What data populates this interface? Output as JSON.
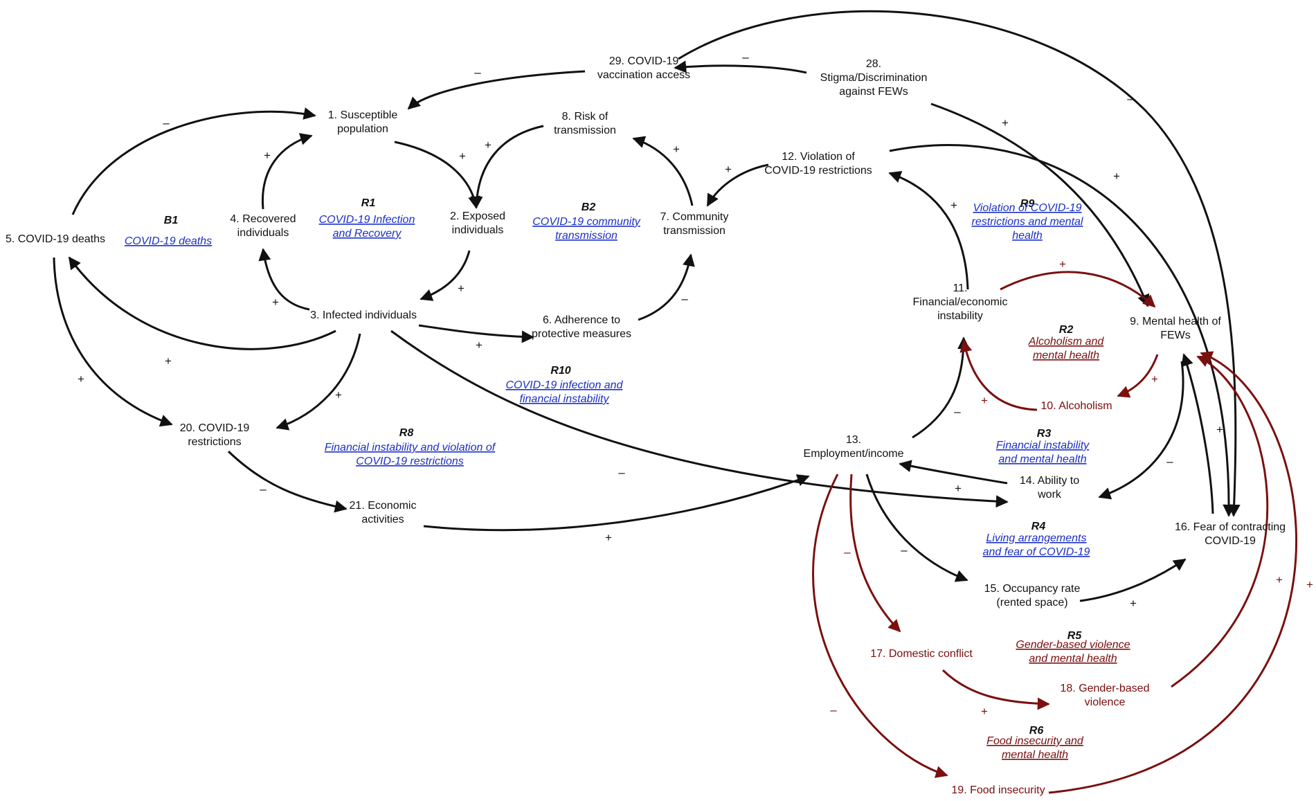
{
  "colors": {
    "black": "#111111",
    "red": "#7a1010",
    "blue": "#1a2fc4"
  },
  "nodes": {
    "n1": [
      "1. Susceptible",
      "population"
    ],
    "n2": [
      "2. Exposed",
      "individuals"
    ],
    "n3": [
      "3. Infected individuals"
    ],
    "n4": [
      "4. Recovered",
      "individuals"
    ],
    "n5": [
      "5. COVID-19 deaths"
    ],
    "n6": [
      "6. Adherence to",
      "protective measures"
    ],
    "n7": [
      "7. Community",
      "transmission"
    ],
    "n8": [
      "8. Risk of",
      "transmission"
    ],
    "n9": [
      "9. Mental health of",
      "FEWs"
    ],
    "n10": [
      "10. Alcoholism"
    ],
    "n11": [
      "11.",
      "Financial/economic",
      "instability"
    ],
    "n12": [
      "12. Violation of",
      "COVID-19 restrictions"
    ],
    "n13": [
      "13.",
      "Employment/income"
    ],
    "n14": [
      "14. Ability to",
      "work"
    ],
    "n15": [
      "15. Occupancy rate",
      "(rented space)"
    ],
    "n16": [
      "16. Fear of contracting",
      "COVID-19"
    ],
    "n17": [
      "17. Domestic conflict"
    ],
    "n18": [
      "18. Gender-based",
      "violence"
    ],
    "n19": [
      "19. Food insecurity"
    ],
    "n20": [
      "20. COVID-19",
      "restrictions"
    ],
    "n21": [
      "21. Economic",
      "activities"
    ],
    "n28": [
      "28.",
      "Stigma/Discrimination",
      "against FEWs"
    ],
    "n29": [
      "29. COVID-19",
      "vaccination access"
    ]
  },
  "loops": {
    "B1": {
      "id": "B1",
      "name": [
        "COVID-19 deaths"
      ]
    },
    "R1": {
      "id": "R1",
      "name": [
        "COVID-19 Infection",
        "and Recovery"
      ]
    },
    "B2": {
      "id": "B2",
      "name": [
        "COVID-19 community",
        "transmission"
      ]
    },
    "R9": {
      "id": "R9",
      "name": [
        "Violation of COVID-19",
        "restrictions and mental",
        "health"
      ]
    },
    "R2": {
      "id": "R2",
      "name": [
        "Alcoholism and",
        "mental health"
      ]
    },
    "R10": {
      "id": "R10",
      "name": [
        "COVID-19 infection and",
        "financial instability"
      ]
    },
    "R8": {
      "id": "R8",
      "name": [
        "Financial instability and violation of",
        "COVID-19 restrictions"
      ]
    },
    "R3": {
      "id": "R3",
      "name": [
        "Financial instability",
        "and mental health"
      ]
    },
    "R4": {
      "id": "R4",
      "name": [
        "Living arrangements",
        "and fear of COVID-19"
      ]
    },
    "R5": {
      "id": "R5",
      "name": [
        "Gender-based violence",
        "and mental health"
      ]
    },
    "R6": {
      "id": "R6",
      "name": [
        "Food insecurity and",
        "mental health"
      ]
    }
  },
  "polarity": {
    "plus": "+",
    "minus": "–"
  }
}
